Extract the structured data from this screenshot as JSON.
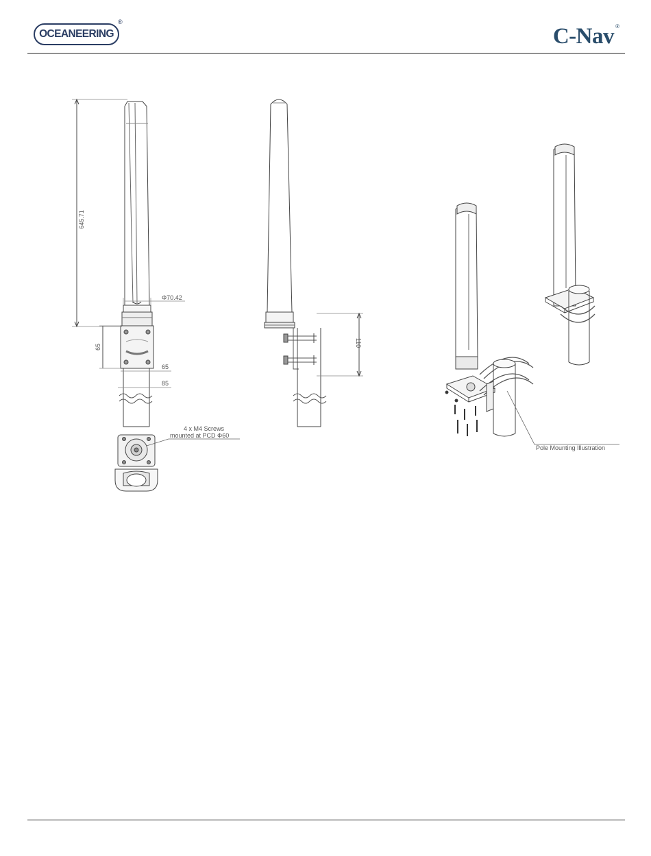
{
  "header": {
    "left_logo_text": "OCEANEERING",
    "left_logo_mark": "®",
    "right_logo_text": "C-Nav",
    "right_logo_mark": "®"
  },
  "drawing": {
    "height_dim": "645.71",
    "diameter_dim": "Φ70.42",
    "plate_height_dim": "65",
    "plate_width_dim": "65",
    "bracket_width_dim": "85",
    "bracket_spacing_dim": "110",
    "screws_note_line1": "4 x M4 Screws",
    "screws_note_line2": "mounted at PCD Φ60",
    "pole_note": "Pole Mounting Illustration"
  }
}
